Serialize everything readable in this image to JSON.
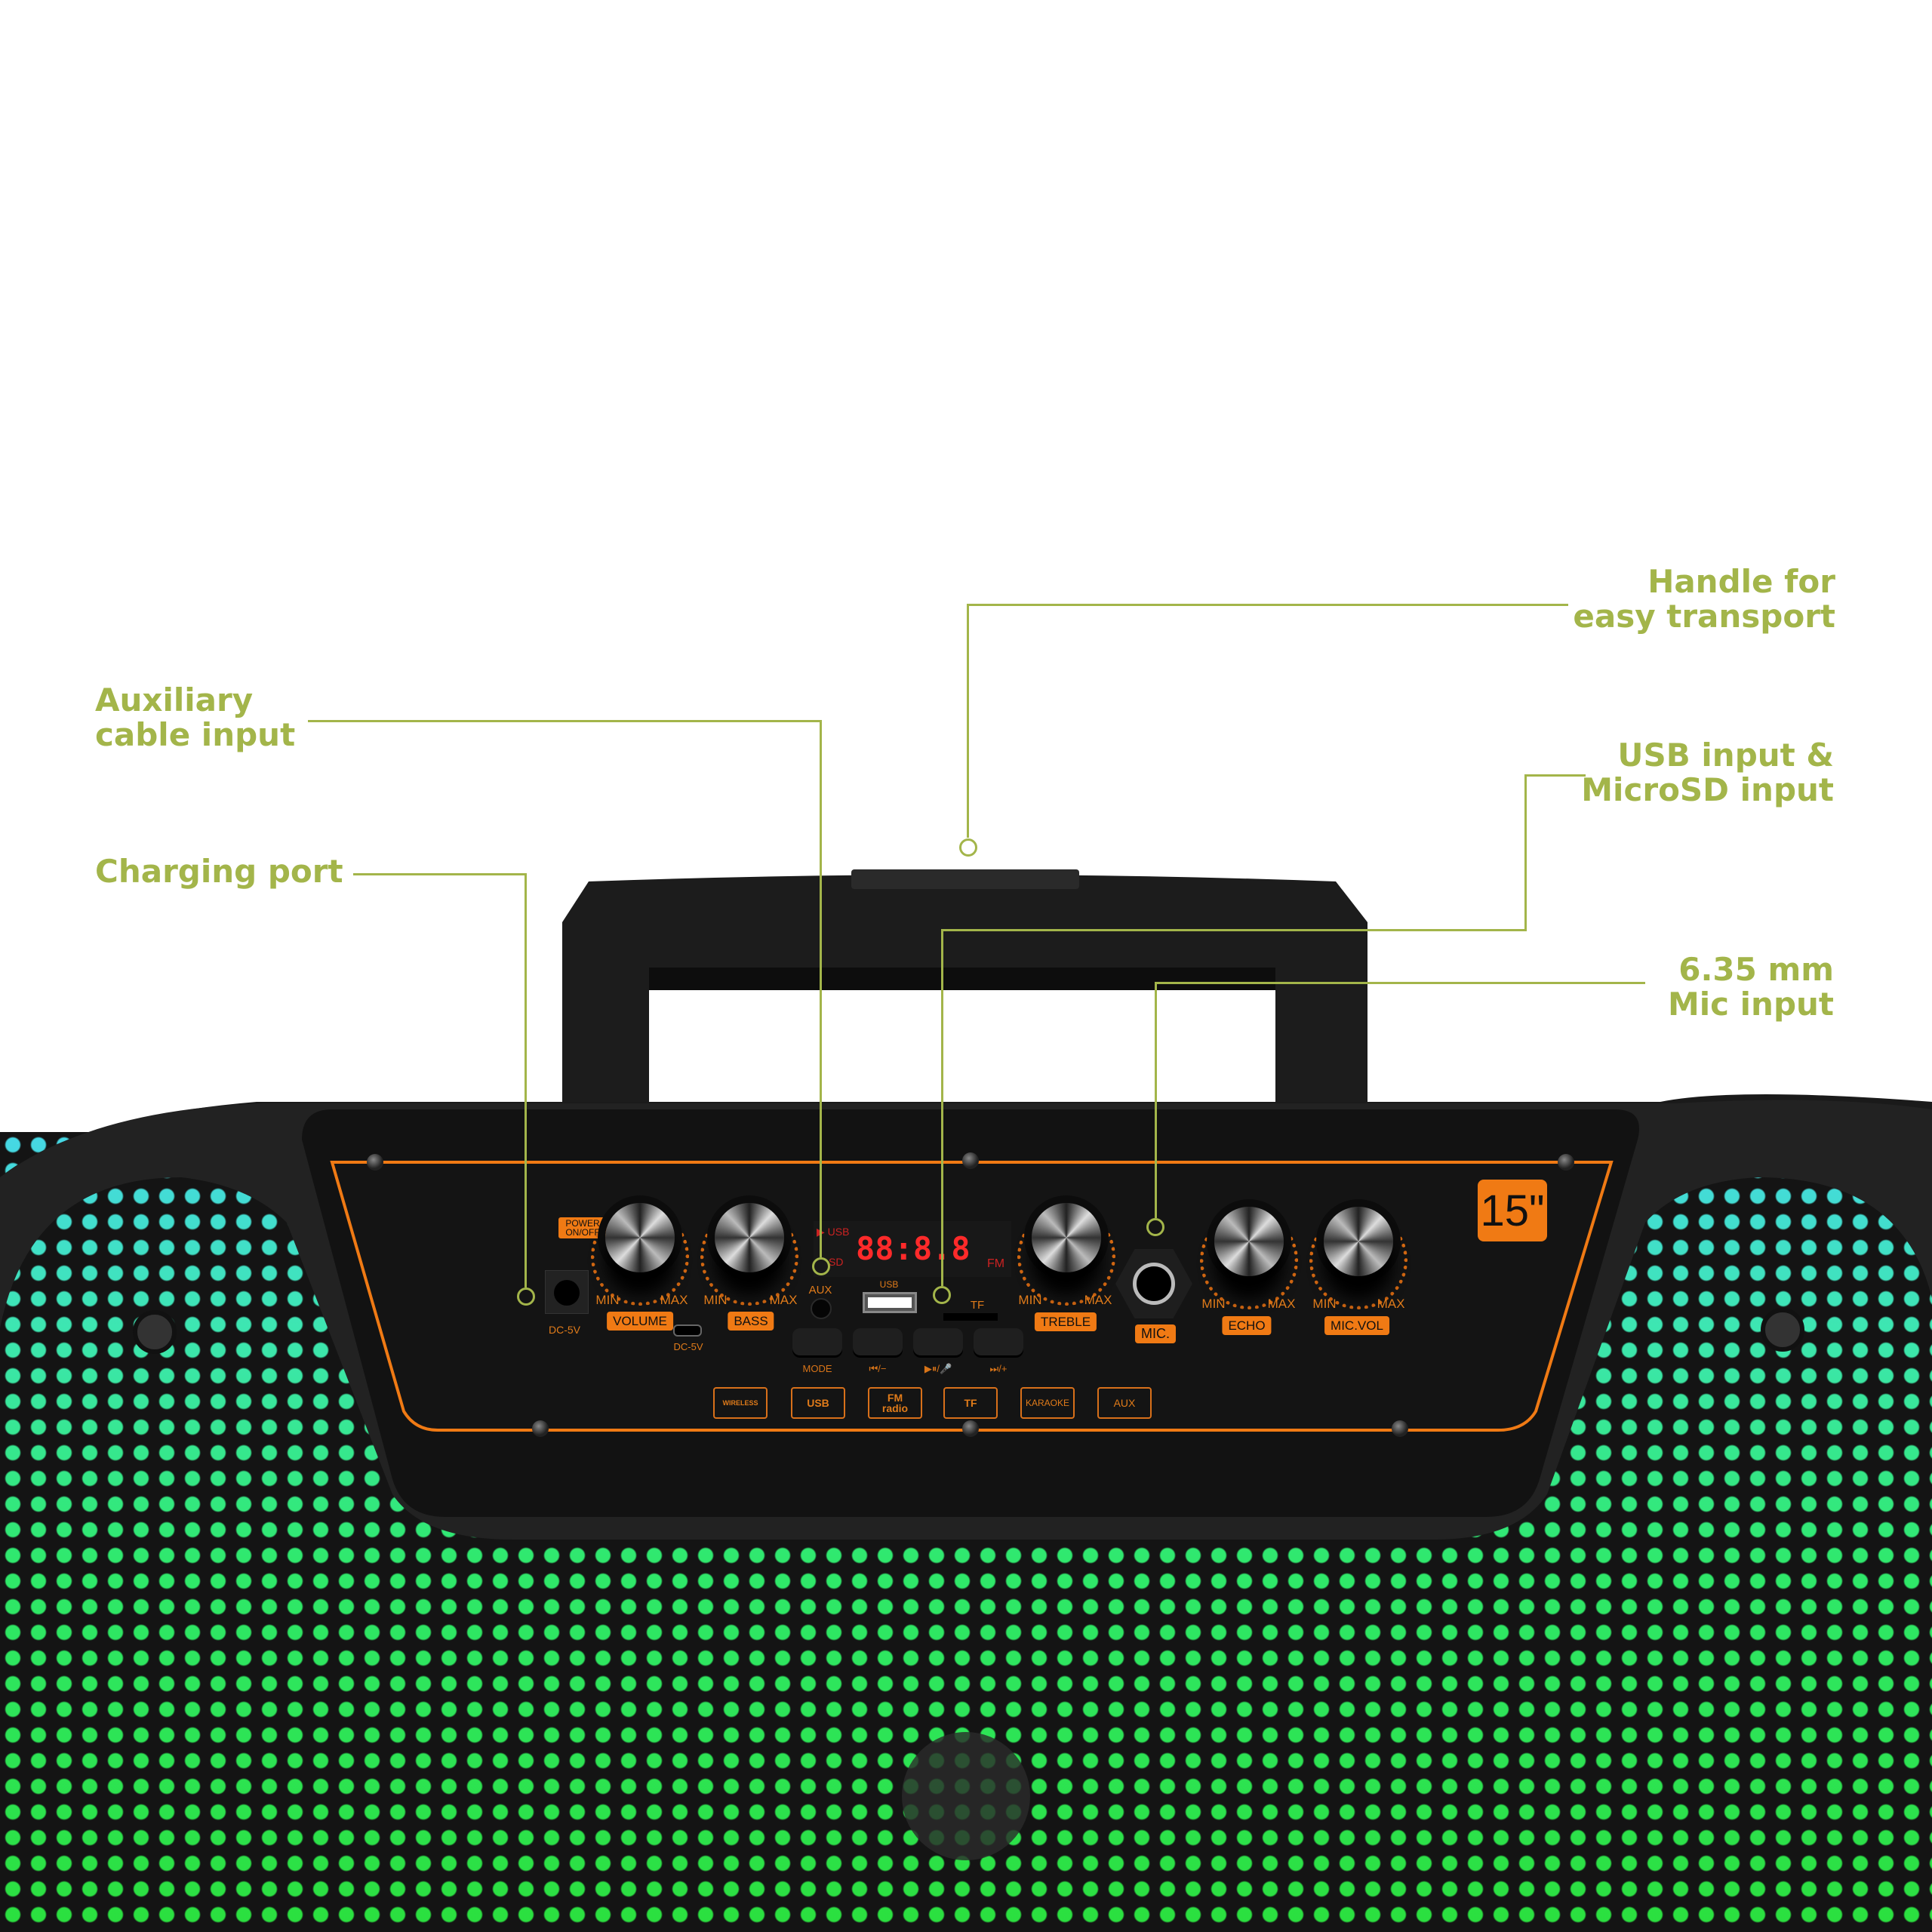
{
  "callouts": {
    "handle": "Handle for\neasy transport",
    "aux": "Auxiliary\ncable input",
    "charging": "Charging port",
    "usb": "USB input &\nMicroSD input",
    "mic": "6.35 mm\nMic input"
  },
  "panel": {
    "size_badge": "15\"",
    "power_label": "POWER ON/OFF",
    "dc_label": "DC-5V",
    "micro_dc_label": "DC-5V",
    "display": {
      "digits": "88:8.8",
      "usb": "▶ USB",
      "sd": "SD",
      "fm": "FM"
    },
    "aux_label": "AUX",
    "usb_label": "USB",
    "tf_label": "TF",
    "min": "MIN",
    "max": "MAX",
    "knobs": [
      {
        "label": "VOLUME"
      },
      {
        "label": "BASS"
      },
      {
        "label": "TREBLE"
      },
      {
        "label": "ECHO"
      },
      {
        "label": "MIC.VOL"
      }
    ],
    "mic_label": "MIC.",
    "buttons": [
      {
        "label": "MODE"
      },
      {
        "label": "⏮/−"
      },
      {
        "label": "▶⏸/🎤"
      },
      {
        "label": "⏭/+"
      }
    ],
    "modes": [
      "WIRELESS",
      "USB",
      "FM radio",
      "TF",
      "KARAOKE",
      "AUX"
    ]
  },
  "colors": {
    "callout": "#a3b54a",
    "accent_orange": "#f07a14",
    "display_red": "#ff2a2a"
  }
}
